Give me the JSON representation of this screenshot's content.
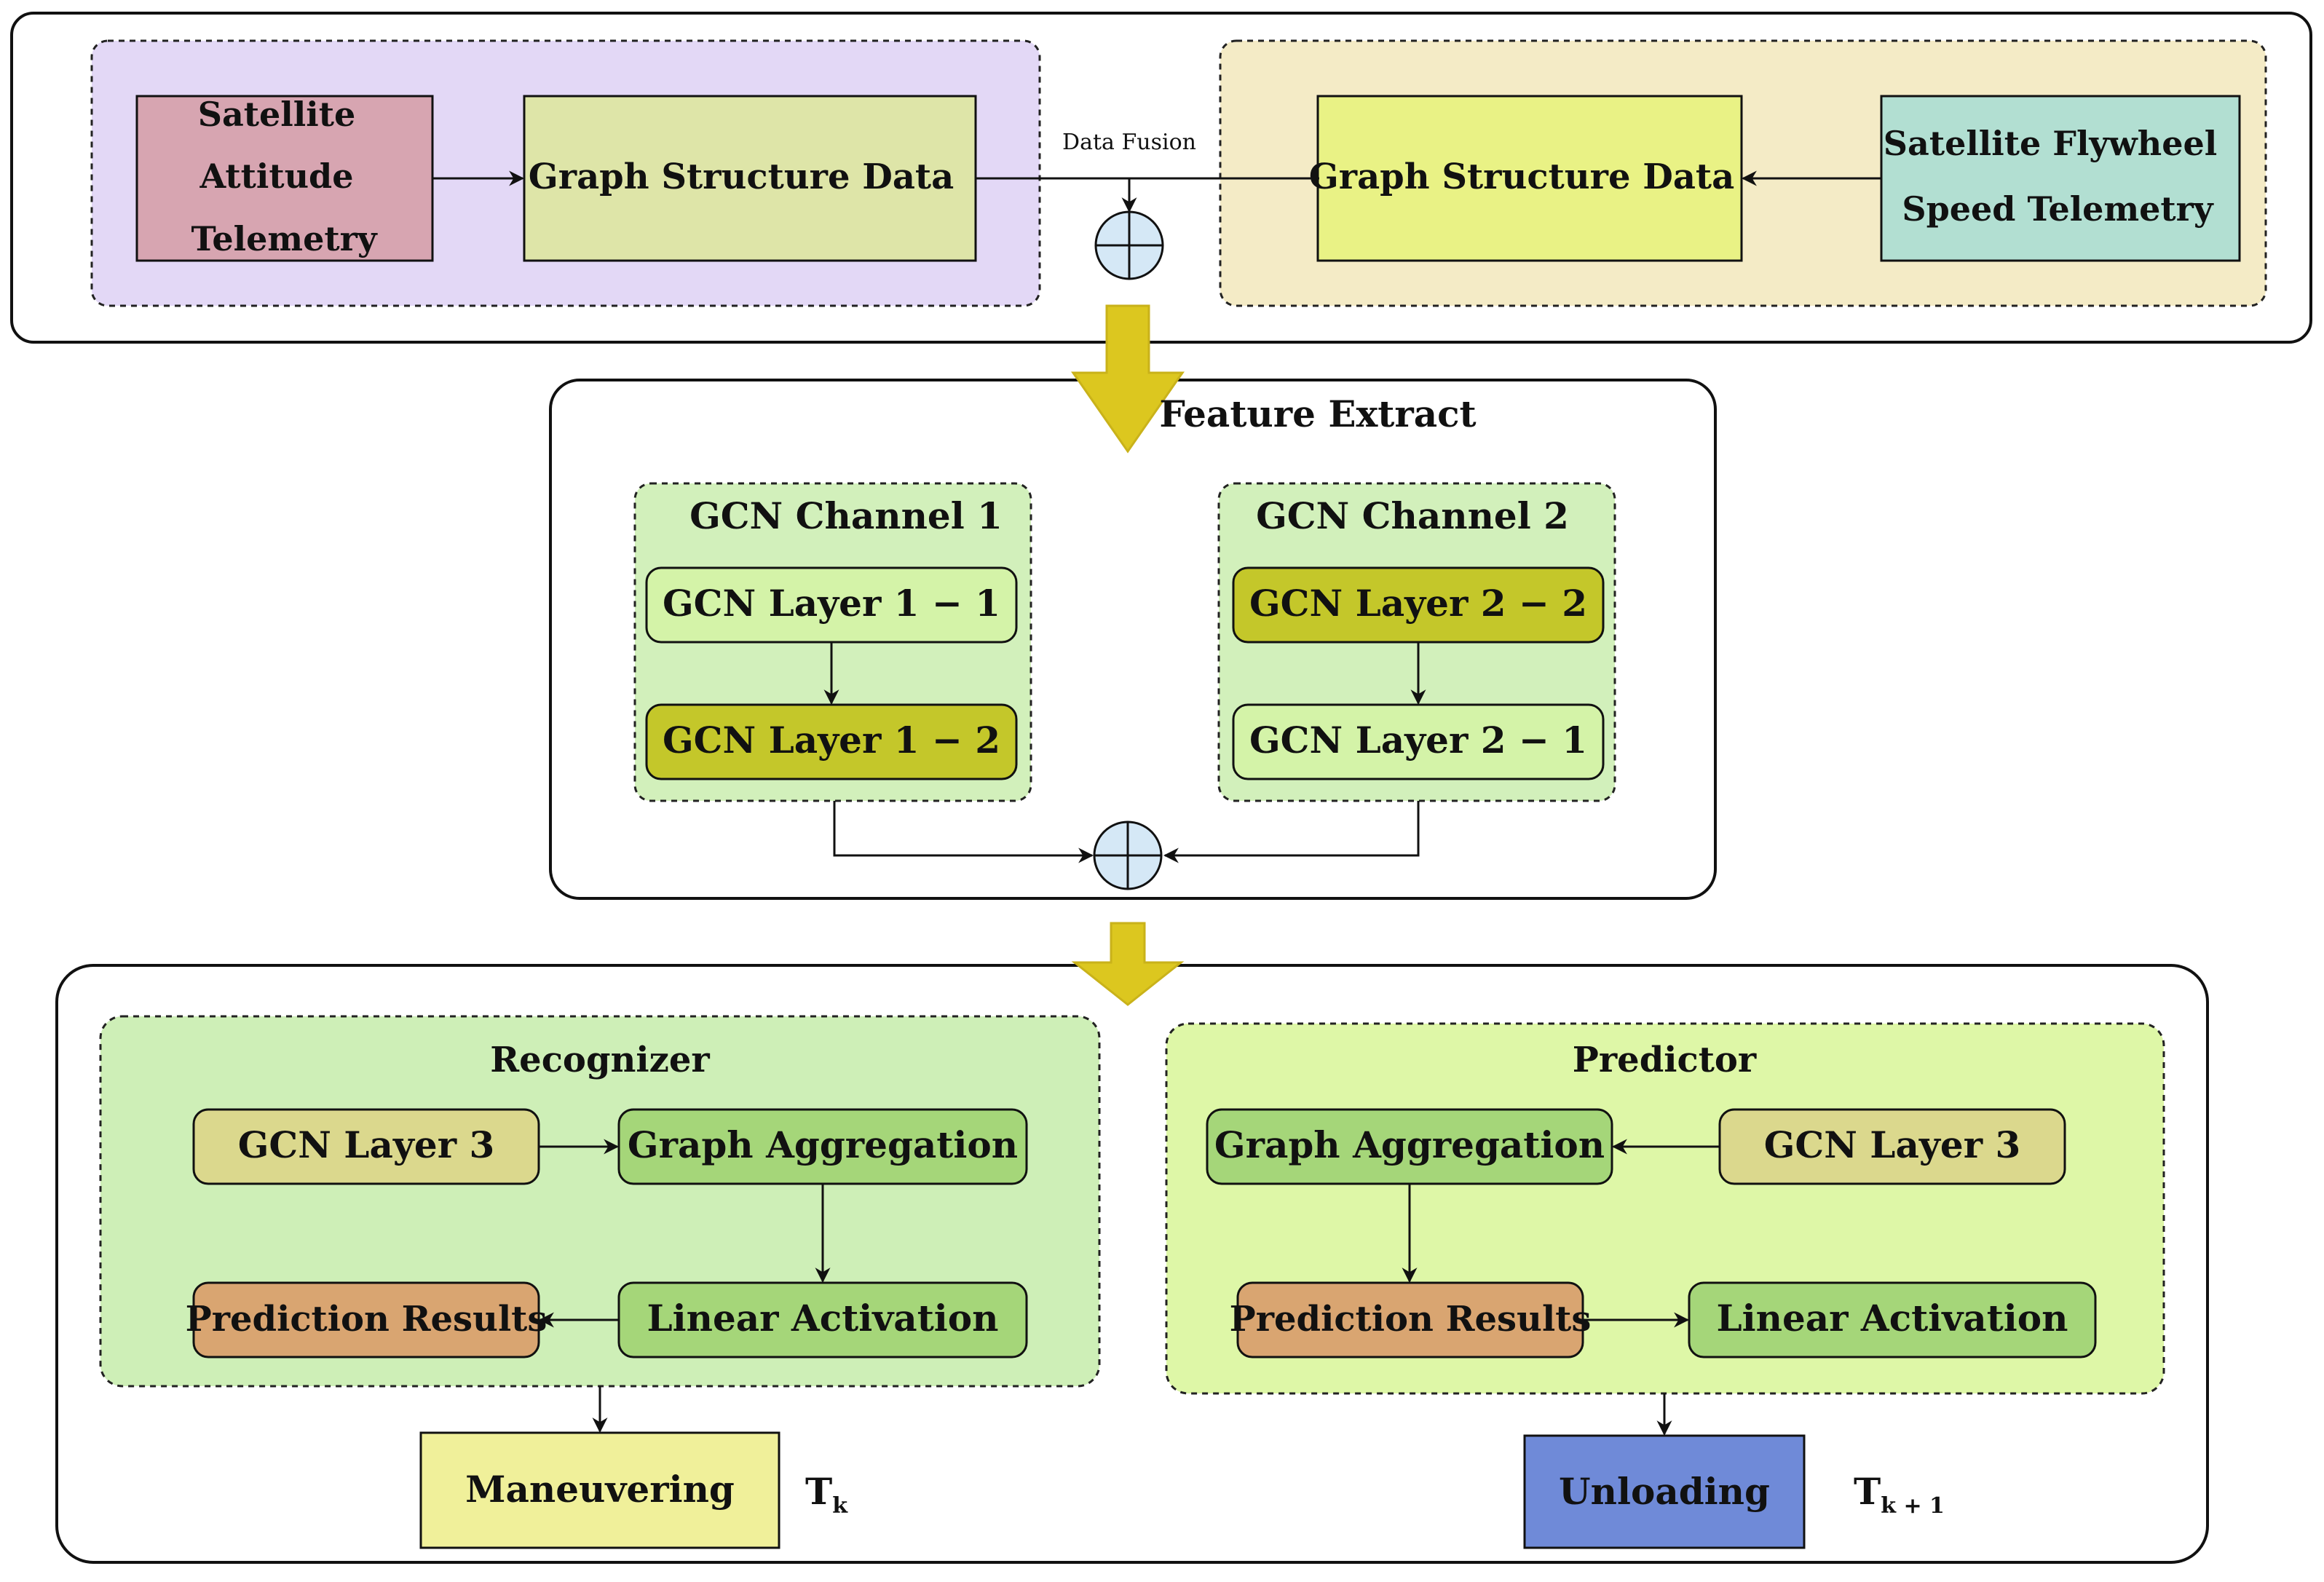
{
  "input_stage": {
    "left_group": {
      "source_lines": [
        "Satellite",
        "Attitude",
        "Telemetry"
      ],
      "graph_label": "Graph  Structure  Data",
      "color": "#e3d8f6",
      "source_color": "#d7a5b1",
      "graph_color": "#dee5a8"
    },
    "right_group": {
      "source_lines": [
        "Satellite  Flywheel",
        "Speed  Telemetry"
      ],
      "graph_label": "Graph  Structure  Data",
      "color": "#f4ebc6",
      "source_color": "#b2dfd2",
      "graph_color": "#e9f285"
    },
    "fusion_label": "Data Fusion"
  },
  "feature_stage": {
    "title": "Feature Extract",
    "channel_1": {
      "title": "GCN  Channel  1",
      "layers": [
        "GCN  Layer  1 − 1",
        "GCN  Layer  1 − 2"
      ]
    },
    "channel_2": {
      "title": "GCN  Channel  2",
      "layers": [
        "GCN  Layer  2 − 2",
        "GCN  Layer  2 − 1"
      ]
    }
  },
  "output_stage": {
    "recognizer": {
      "title": "Recognizer",
      "gcn": "GCN  Layer  3",
      "aggregation": "Graph  Aggregation",
      "linear": "Linear  Activation",
      "prediction": "Prediction Results"
    },
    "predictor": {
      "title": "Predictor",
      "gcn": "GCN  Layer  3",
      "aggregation": "Graph  Aggregation",
      "linear": "Linear  Activation",
      "prediction": "Prediction Results"
    },
    "maneuvering": {
      "label": "Maneuvering",
      "time": "T",
      "time_sub": "k",
      "color": "#f0f09a"
    },
    "unloading": {
      "label": "Unloading",
      "time": "T",
      "time_sub": "k + 1",
      "color": "#6f8ad8"
    }
  },
  "icons": [
    "plus-circle-icon",
    "down-arrow-icon"
  ]
}
